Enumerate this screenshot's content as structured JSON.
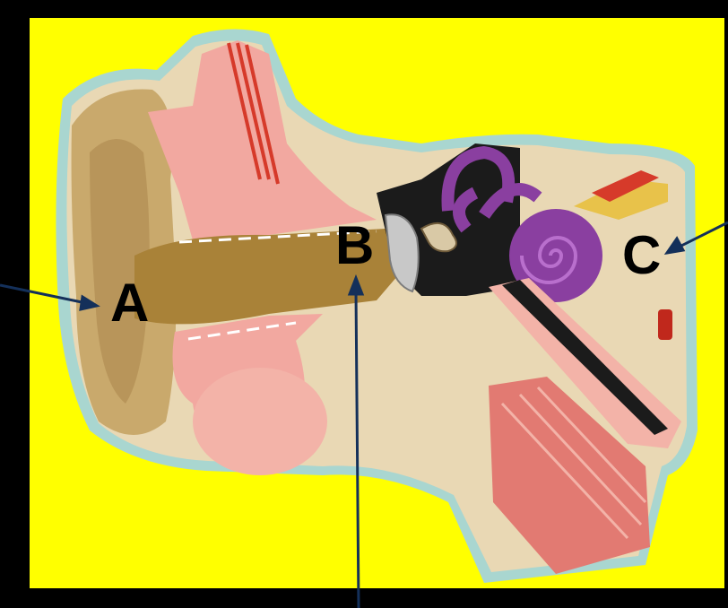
{
  "colors": {
    "frame": "#000000",
    "background": "#ffff00",
    "skin": "#e9d8b4",
    "skin_outline": "#a9d6d0",
    "pinna": "#c9a96c",
    "canal": "#a98238",
    "tissue_pink": "#f2a8a0",
    "cochlea_purple": "#8a3fa0",
    "bone_dark": "#1b1b1b",
    "arrow": "#14305a"
  },
  "labels": {
    "a": "A",
    "b": "B",
    "c": "C"
  },
  "icons": [
    "outer-ear-illustration",
    "ear-canal",
    "eardrum",
    "ossicles",
    "semicircular-canals",
    "cochlea",
    "muscle-tissue"
  ]
}
